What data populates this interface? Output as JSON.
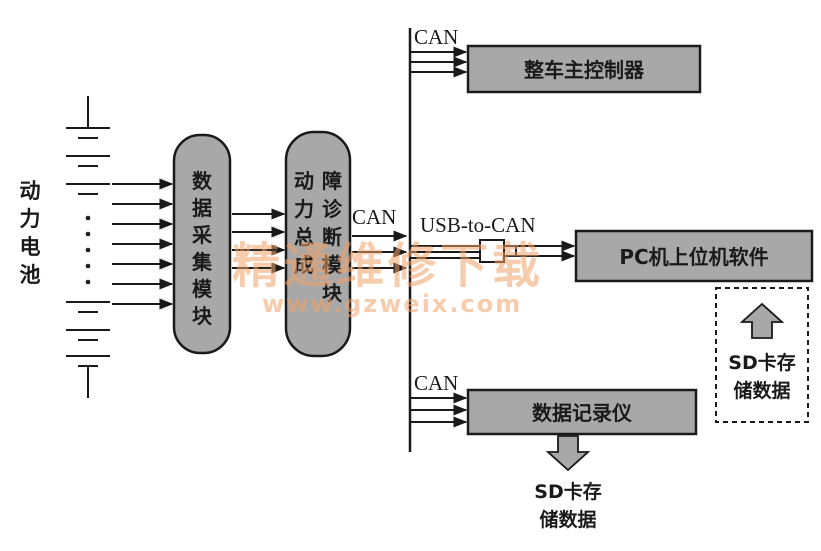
{
  "battery": {
    "label_chars": [
      "动",
      "力",
      "电",
      "池"
    ]
  },
  "acquisition_module": {
    "label_chars": [
      "数",
      "据",
      "采",
      "集",
      "模",
      "块"
    ]
  },
  "diagnosis_module": {
    "label_columns": [
      [
        "动",
        "力",
        "总",
        "成"
      ],
      [
        "障",
        "诊",
        "断",
        "模",
        "块"
      ]
    ]
  },
  "bus": {
    "can_top": "CAN",
    "can_mid": "CAN",
    "can_bottom": "CAN"
  },
  "vehicle_controller": {
    "label": "整车主控制器"
  },
  "usb_adapter": {
    "label": "USB-to-CAN"
  },
  "pc_software": {
    "label": "PC机上位机软件"
  },
  "pc_storage": {
    "lines": [
      "SD卡存",
      "储数据"
    ]
  },
  "data_recorder": {
    "label": "数据记录仪"
  },
  "recorder_storage": {
    "lines": [
      "SD卡存",
      "储数据"
    ]
  },
  "watermark": {
    "cn": "精通维修下载",
    "url": "www.gzweix.com"
  }
}
